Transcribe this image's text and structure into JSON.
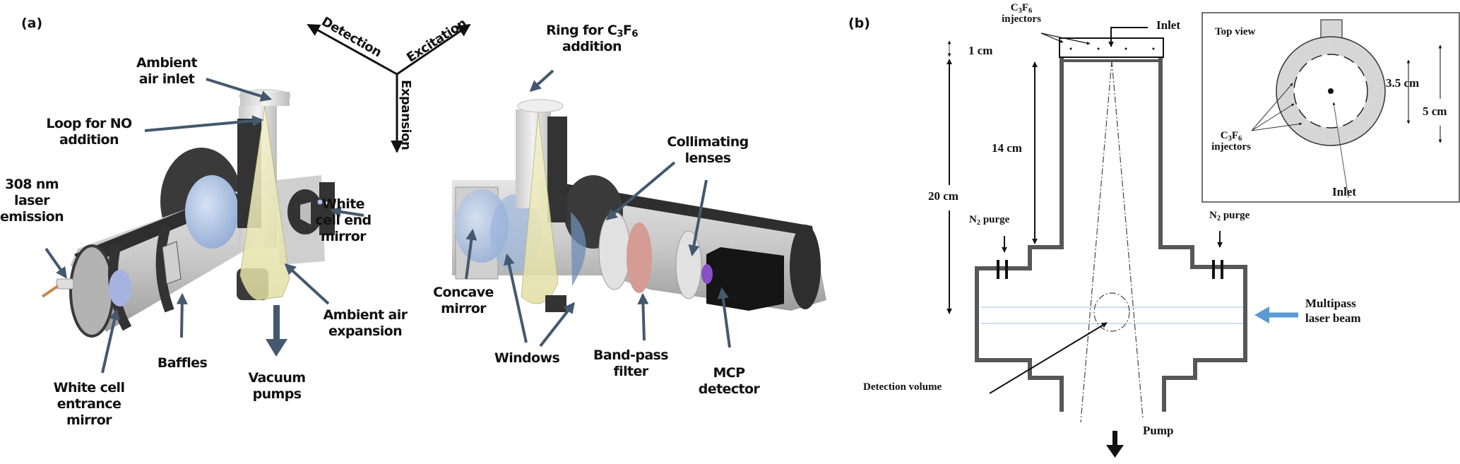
{
  "panel_a": {
    "tag": "(a)",
    "axes": {
      "detection": "Detection",
      "excitation": "Excitation",
      "expansion": "Expansion"
    },
    "left_cell_labels": {
      "ambient_air_inlet": [
        "Ambient",
        "air inlet"
      ],
      "loop_no": [
        "Loop for NO",
        "addition"
      ],
      "laser": [
        "308 nm",
        "laser",
        "emission"
      ],
      "white_cell_end_mirror": [
        "White",
        "cell end",
        "mirror"
      ],
      "ambient_air_expansion": [
        "Ambient air",
        "expansion"
      ],
      "baffles": "Baffles",
      "vacuum_pumps": [
        "Vacuum",
        "pumps"
      ],
      "white_cell_entrance_mirror": [
        "White cell",
        "entrance",
        "mirror"
      ]
    },
    "right_cell_labels": {
      "ring_c3f6_prefix": "Ring for C",
      "ring_c3f6_sub1": "3",
      "ring_c3f6_mid": "F",
      "ring_c3f6_sub2": "6",
      "ring_c3f6_line2": "addition",
      "collimating_lenses": [
        "Collimating",
        "lenses"
      ],
      "concave_mirror": [
        "Concave",
        "mirror"
      ],
      "windows": "Windows",
      "band_pass_filter": [
        "Band-pass",
        "filter"
      ],
      "mcp_detector": [
        "MCP",
        "detector"
      ]
    }
  },
  "panel_b": {
    "tag": "(b)",
    "injectors_top": {
      "c": "C",
      "sub1": "3",
      "f": "F",
      "sub2": "6",
      "line2": "injectors"
    },
    "inlet": "Inlet",
    "dim_1cm": "1 cm",
    "dim_14cm": "14 cm",
    "dim_20cm": "20 cm",
    "n2_purge_left": {
      "n": "N",
      "sub": "2",
      "rest": " purge"
    },
    "n2_purge_right": {
      "n": "N",
      "sub": "2",
      "rest": " purge"
    },
    "multipass": [
      "Multipass",
      "laser beam"
    ],
    "detection_volume": "Detection volume",
    "pump": "Pump",
    "top_view": {
      "title": "Top view",
      "dim_inner": "3.5 cm",
      "dim_outer": "5 cm",
      "injectors": {
        "c": "C",
        "sub1": "3",
        "f": "F",
        "sub2": "6",
        "line2": "injectors"
      },
      "inlet": "Inlet"
    }
  },
  "colors": {
    "arrow_blue_gray": "#44586e",
    "wall_gray": "#575757",
    "laser_blue": "#5b9bd5",
    "beam_line": "#bcd6ec",
    "cone_yellow": "#ece9b8",
    "mirror_blue": "#a9bfe0",
    "filter_pink": "#d49c94",
    "mcp_purple": "#8a4fc7"
  }
}
